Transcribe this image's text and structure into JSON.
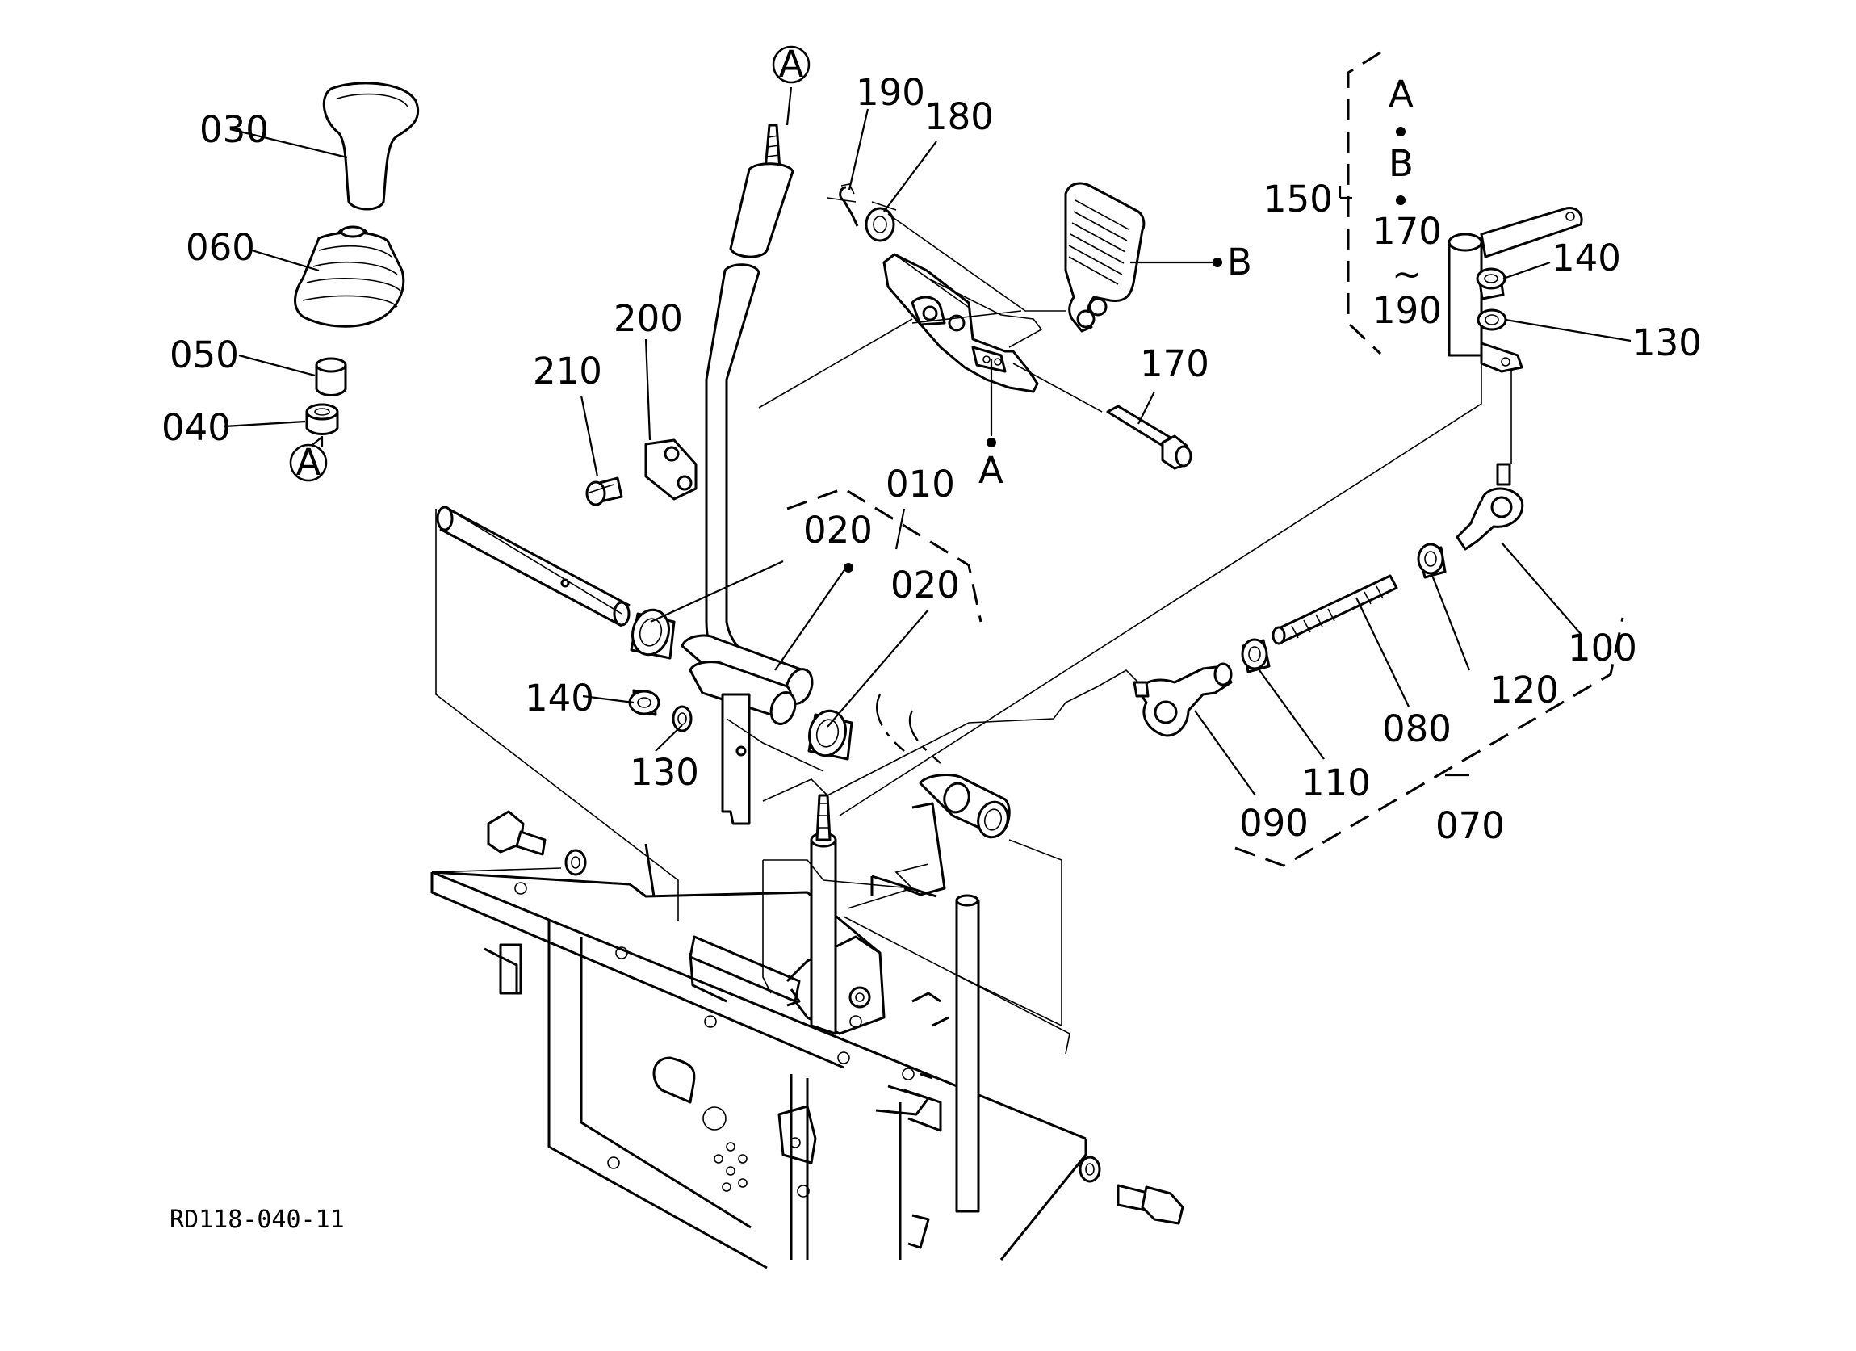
{
  "drawing_code": "RD118-040-11",
  "part_labels": {
    "p030": "030",
    "p060": "060",
    "p050": "050",
    "p040": "040",
    "p210": "210",
    "p200": "200",
    "p190": "190",
    "p180": "180",
    "p170": "170",
    "p150": "150",
    "p140_top": "140",
    "p130_top": "130",
    "p010": "010",
    "p020_left": "020",
    "p020_right": "020",
    "p140_mid": "140",
    "p130_mid": "130",
    "p100": "100",
    "p120": "120",
    "p080": "080",
    "p110": "110",
    "p090": "090",
    "p070": "070"
  },
  "reference_markers": {
    "circle_a_lever": "A",
    "circle_a_knob": "A",
    "point_a": "A",
    "point_b": "B"
  },
  "set_note": {
    "line1": "A",
    "line2": "B",
    "line3": "170",
    "tilde": "~",
    "line4": "190"
  },
  "colors": {
    "ink": "#000000",
    "paper": "#ffffff"
  }
}
